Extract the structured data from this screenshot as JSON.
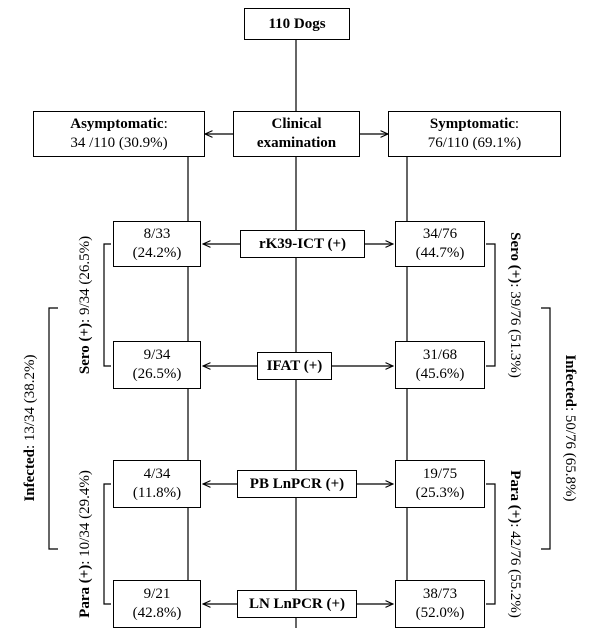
{
  "root": {
    "label": "110 Dogs"
  },
  "top": {
    "asymptomatic": {
      "label": "Asymptomatic",
      "value": "34 /110 (30.9%)"
    },
    "clinical": {
      "line1": "Clinical",
      "line2": "examination"
    },
    "symptomatic": {
      "label": "Symptomatic",
      "value": "76/110 (69.1%)"
    }
  },
  "tests": [
    {
      "name": "rK39-ICT (+)",
      "left": {
        "frac": "8/33",
        "pct": "(24.2%)"
      },
      "right": {
        "frac": "34/76",
        "pct": "(44.7%)"
      }
    },
    {
      "name": "IFAT (+)",
      "left": {
        "frac": "9/34",
        "pct": "(26.5%)"
      },
      "right": {
        "frac": "31/68",
        "pct": "(45.6%)"
      }
    },
    {
      "name": "PB LnPCR (+)",
      "left": {
        "frac": "4/34",
        "pct": "(11.8%)"
      },
      "right": {
        "frac": "19/75",
        "pct": "(25.3%)"
      }
    },
    {
      "name": "LN LnPCR (+)",
      "left": {
        "frac": "9/21",
        "pct": "(42.8%)"
      },
      "right": {
        "frac": "38/73",
        "pct": "(52.0%)"
      }
    }
  ],
  "brackets": {
    "left_sero": {
      "label": "Sero (+)",
      "value": ": 9/34 (26.5%)"
    },
    "left_para": {
      "label": "Para (+)",
      "value": ": 10/34 (29.4%)"
    },
    "left_infected": {
      "label": "Infected",
      "value": ": 13/34 (38.2%)"
    },
    "right_sero": {
      "label": "Sero (+)",
      "value": ": 39/76 (51.3%)"
    },
    "right_para": {
      "label": "Para (+)",
      "value": ": 42/76 (55.2%)"
    },
    "right_infected": {
      "label": "Infected",
      "value": ": 50/76 (65.8%)"
    }
  }
}
